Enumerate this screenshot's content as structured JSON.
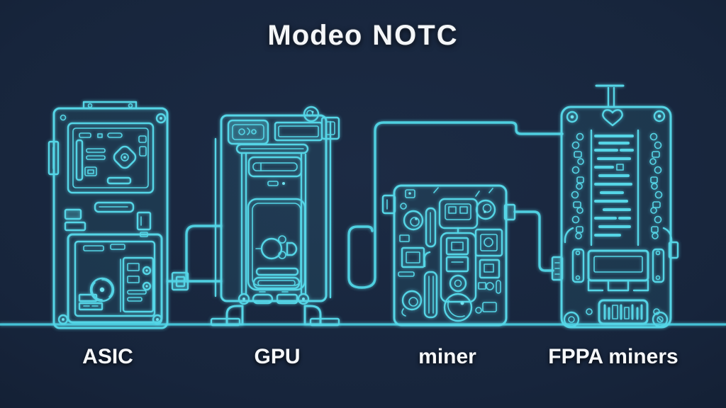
{
  "title": {
    "part1": "Modeo",
    "part2": "NOTC"
  },
  "diagram": {
    "type": "hardware-line-art",
    "devices": [
      {
        "id": "asic",
        "label": "ASIC"
      },
      {
        "id": "gpu",
        "label": "GPU"
      },
      {
        "id": "miner",
        "label": "miner"
      },
      {
        "id": "fpga",
        "label": "FPPA miners"
      }
    ]
  },
  "colors": {
    "background": "#16243a",
    "line": "#55d5e6",
    "wire": "#4fcfe0",
    "title_text": "#f4f6f8",
    "label_text": "#f6f8fa"
  }
}
